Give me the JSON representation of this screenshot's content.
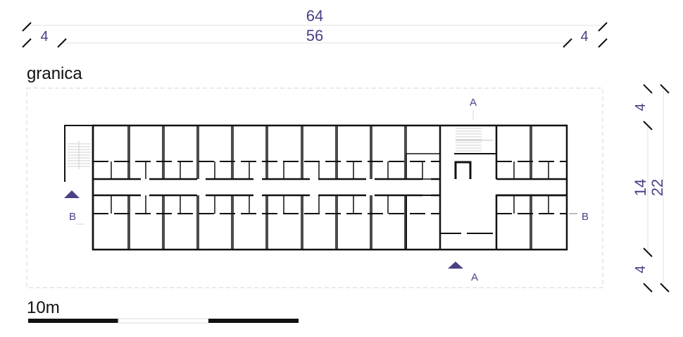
{
  "dimensions": {
    "overall_width": "64",
    "inner_width": "56",
    "left_margin": "4",
    "right_margin": "4",
    "top_margin": "4",
    "bottom_margin": "4",
    "building_depth": "14",
    "overall_depth": "22"
  },
  "labels": {
    "boundary": "granica",
    "scale": "10m"
  },
  "section_markers": {
    "a_top": "A",
    "a_bottom": "A",
    "b_left": "B",
    "b_right": "B"
  },
  "colors": {
    "dimension_text": "#4b3f86",
    "marker_fill": "#4b3f86",
    "walls": "#111111",
    "boundary_line": "#c8c8c8"
  }
}
